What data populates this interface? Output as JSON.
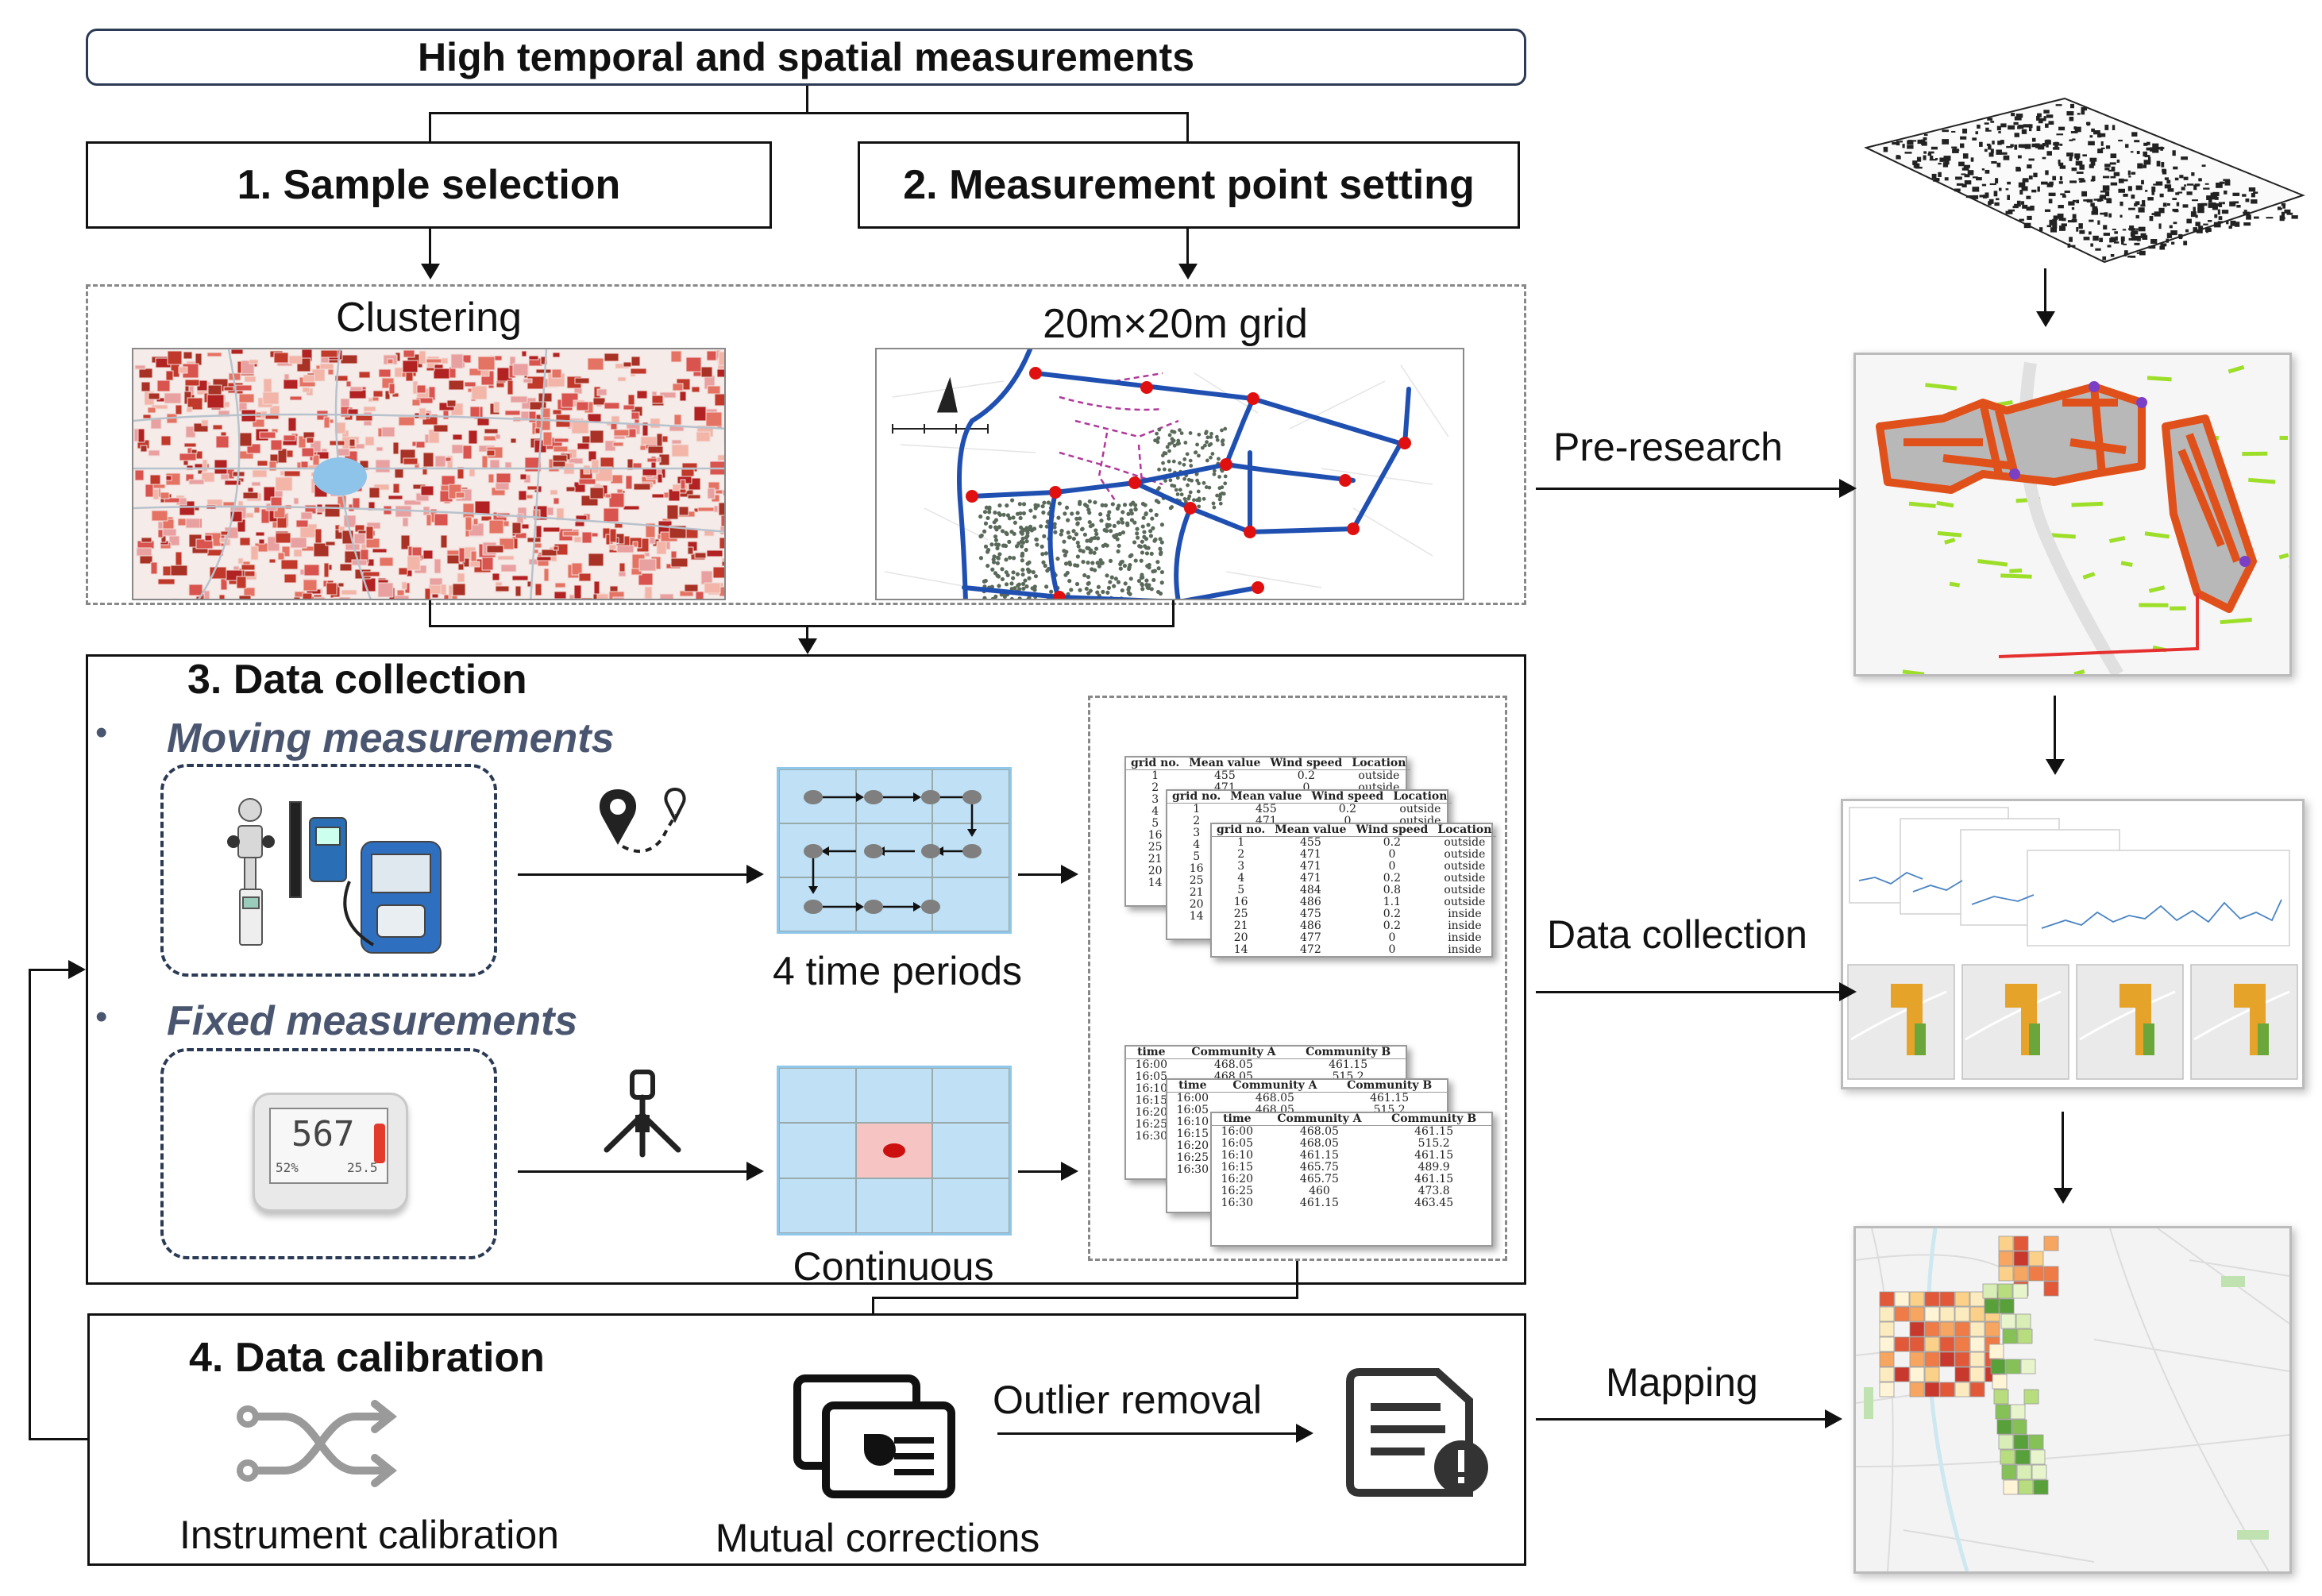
{
  "title": "High temporal and spatial measurements",
  "steps": {
    "sample_selection": "1. Sample selection",
    "measurement_point": "2. Measurement point setting",
    "data_collection": "3. Data collection",
    "data_calibration": "4. Data calibration"
  },
  "panels": {
    "clustering": "Clustering",
    "grid": "20m×20m grid"
  },
  "collection": {
    "bullet": "•",
    "moving": "Moving measurements",
    "fixed": "Fixed  measurements",
    "time_periods": "4 time periods",
    "continuous": "Continuous",
    "display_reading": "567",
    "display_small_left": "52%",
    "display_small_right": "25.5"
  },
  "calibration": {
    "instrument": "Instrument calibration",
    "mutual": "Mutual corrections",
    "outlier": "Outlier removal"
  },
  "right_flow": {
    "pre_research": "Pre-research",
    "data_collection": "Data collection",
    "mapping": "Mapping"
  },
  "moving_table": {
    "headers": [
      "grid no.",
      "Mean value",
      "Wind speed",
      "Location"
    ],
    "rows": [
      [
        "1",
        "455",
        "0.2",
        "outside"
      ],
      [
        "2",
        "471",
        "0",
        "outside"
      ],
      [
        "3",
        "471",
        "0",
        "outside"
      ],
      [
        "4",
        "471",
        "0.2",
        "outside"
      ],
      [
        "5",
        "484",
        "0.8",
        "outside"
      ],
      [
        "16",
        "486",
        "1.1",
        "outside"
      ],
      [
        "25",
        "475",
        "0.2",
        "inside"
      ],
      [
        "21",
        "486",
        "0.2",
        "inside"
      ],
      [
        "20",
        "477",
        "0",
        "inside"
      ],
      [
        "14",
        "472",
        "0",
        "inside"
      ]
    ]
  },
  "fixed_table": {
    "headers": [
      "time",
      "Community A",
      "Community B"
    ],
    "rows": [
      [
        "16:00",
        "468.05",
        "461.15"
      ],
      [
        "16:05",
        "468.05",
        "515.2"
      ],
      [
        "16:10",
        "461.15",
        "461.15"
      ],
      [
        "16:15",
        "465.75",
        "489.9"
      ],
      [
        "16:20",
        "465.75",
        "461.15"
      ],
      [
        "16:25",
        "460",
        "473.8"
      ],
      [
        "16:30",
        "461.15",
        "463.45"
      ]
    ]
  },
  "colors": {
    "cluster_red": "#c0392b",
    "route_blue": "#1f4fb0",
    "marker_red": "#e01010",
    "grid_blue": "#bfe0f5",
    "grid_pink": "#f7c4c4",
    "slate": "#2b3a55",
    "moving_text": "#4a5670"
  }
}
